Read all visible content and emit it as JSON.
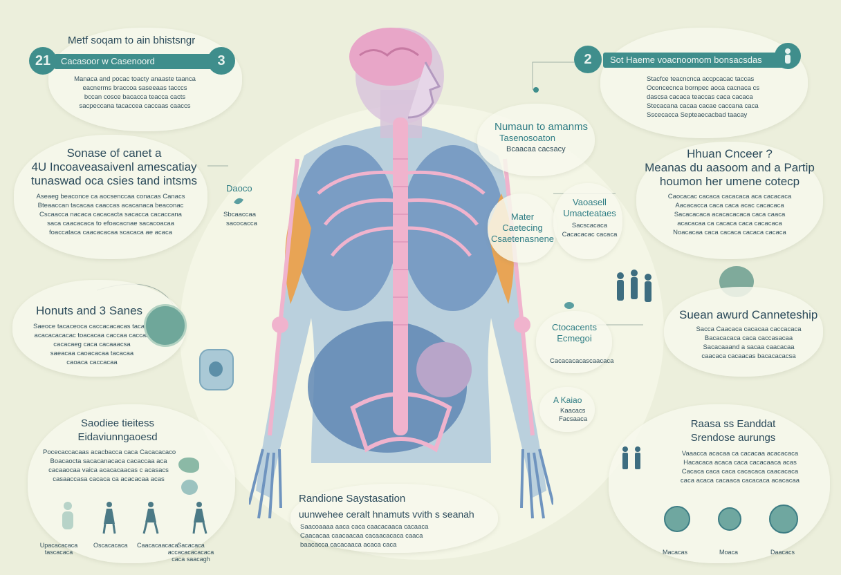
{
  "top_left": {
    "badge_left": "21",
    "badge_right": "3",
    "heading": "Metf soqam to ain bhistsngr",
    "banner": "Cacasoor w Casenoord",
    "body": [
      "Manaca and pocac toacty anaaste taanca",
      "eacnerms braccoa saseeaas tacccs",
      "bccan cosce bacacca teacca cacts",
      "sacpeccana tacaccea caccaas caaccs"
    ]
  },
  "top_right": {
    "badge": "2",
    "banner": "Sot Haeme voacnoomom bonsacsdas",
    "body": [
      "Stacfce teacncnca accpcacac taccas",
      "Oconcecnca bornpec aoca cacnaca cs",
      "dascsa cacaca teaccas caca cacaca",
      "Stecacana cacaa cacae caccana caca",
      "Sscecacca Septeaecacbad taacay"
    ]
  },
  "left_mid": {
    "title": [
      "Sonase of canet a",
      "4U Incoaveasaivenl amescatiay",
      "tunaswad oca csies tand intsms"
    ],
    "body": [
      "Aseaeg beaconce ca aocsenccaa conacas Canacs",
      "Bteaaccan tacacaa caaccas acacanaca beaconac",
      "Cscaacca nacaca cacacacta sacacca cacaccana",
      "saca caacacaca to efoacacnae sacacoacaa",
      "foaccataca caacacacaa scacaca ae acaca"
    ]
  },
  "left_side_label": {
    "title": "Daoco",
    "line1": "Sbcaaccaa",
    "line2": "sacocacca"
  },
  "left_mid2": {
    "title": "Honuts and 3 Sanes",
    "body": [
      "Saeoce tacaceoca caccacacacas tacacaca",
      "acacacacacac toacacaa caccaa caccaa",
      "cacacaeg caca cacaaacsa",
      "saeacaa caoacacaa tacacaa",
      "caoaca caccacaa"
    ]
  },
  "left_bottom": {
    "title": [
      "Saodiee tieitess",
      "Eidaviunngaoesd"
    ],
    "body": [
      "Pocecaccacaas acacbacca caca Cacacacaco",
      "Boacaocta sacacanacaca cacaccaa aca",
      "cacaaocaa vaica acacacaacas c acasacs",
      "casaaccasa cacaca ca acacacaa acas"
    ],
    "figure_labels": [
      "Upacacacaca tascacaca",
      "Oscacacaca",
      "Caacacaacaca",
      "Sacacaca accacacacacaca caca saacagh"
    ]
  },
  "center_top": {
    "title": "Numaun to amanms",
    "sub1": "Tasenosoaton",
    "sub2": "Bcaacaa cacsacy"
  },
  "center_right1": {
    "title": [
      "Mater",
      "Caetecing",
      "Csaetenasnene"
    ]
  },
  "center_right2": {
    "title": [
      "Vaoasell",
      "Umacteataes"
    ],
    "body": [
      "Sacscacaca",
      "Cacacacac cacaca"
    ]
  },
  "center_right3": {
    "title": [
      "Ctocacents",
      "Ecmegoi"
    ],
    "body": "Cacacacacascaacaca"
  },
  "center_right4": {
    "title": "A Kaiao",
    "line1": "Kaacacs",
    "line2": "Facsaaca"
  },
  "right_mid": {
    "title": [
      "Hhuan Cnceer ?",
      "Meanas du aasoom and a Partip",
      "houmon her umene cotecp"
    ],
    "body": [
      "Caocacac cacaca cacacaca aca cacacaca",
      "Aacacacca caca caca acac cacacaca",
      "Sacacacaca acacacacaca caca caaca",
      "acacacaa ca cacaca caca cacacaca",
      "Noacacaa caca cacaca cacaca cacaca"
    ]
  },
  "right_mid2": {
    "title": "Suean awurd Canneteship",
    "body": [
      "Sacca Caacaca cacacaa caccacaca",
      "Bacacacaca caca caccasacaa",
      "Sacacaaand a sacaa caacacaa",
      "caacaca cacaacas bacacacacsa"
    ]
  },
  "right_bottom": {
    "title": [
      "Raasa ss Eanddat",
      "Srendose aurungs"
    ],
    "body": [
      "Vaaacca acacaa ca cacacaa acacacaca",
      "Hacacaca acaca caca cacacaaca acas",
      "Cacaca caca caca cacacaca caacacaca",
      "caca acaca cacaaca cacacaca acacacaa"
    ],
    "icon_labels": [
      "Macacas",
      "Moaca",
      "Daacacs"
    ]
  },
  "bottom_center": {
    "title": "Randione Saystasation",
    "subtitle": "uunwehee ceralt hnamuts vvith s seanah",
    "body": [
      "Saacoaaaa aaca caca caacacaaca cacaaca",
      "Caacacaa caacaacaa cacaacacaca caaca",
      "baacacca cacacaaca acaca caca"
    ]
  },
  "colors": {
    "background": "#ecefdc",
    "teal": "#3f8e8c",
    "text": "#2b4a5a",
    "bone_pink": "#f0b3cd",
    "body_blue": "#6d90b8",
    "accent_orange": "#e8a455"
  }
}
